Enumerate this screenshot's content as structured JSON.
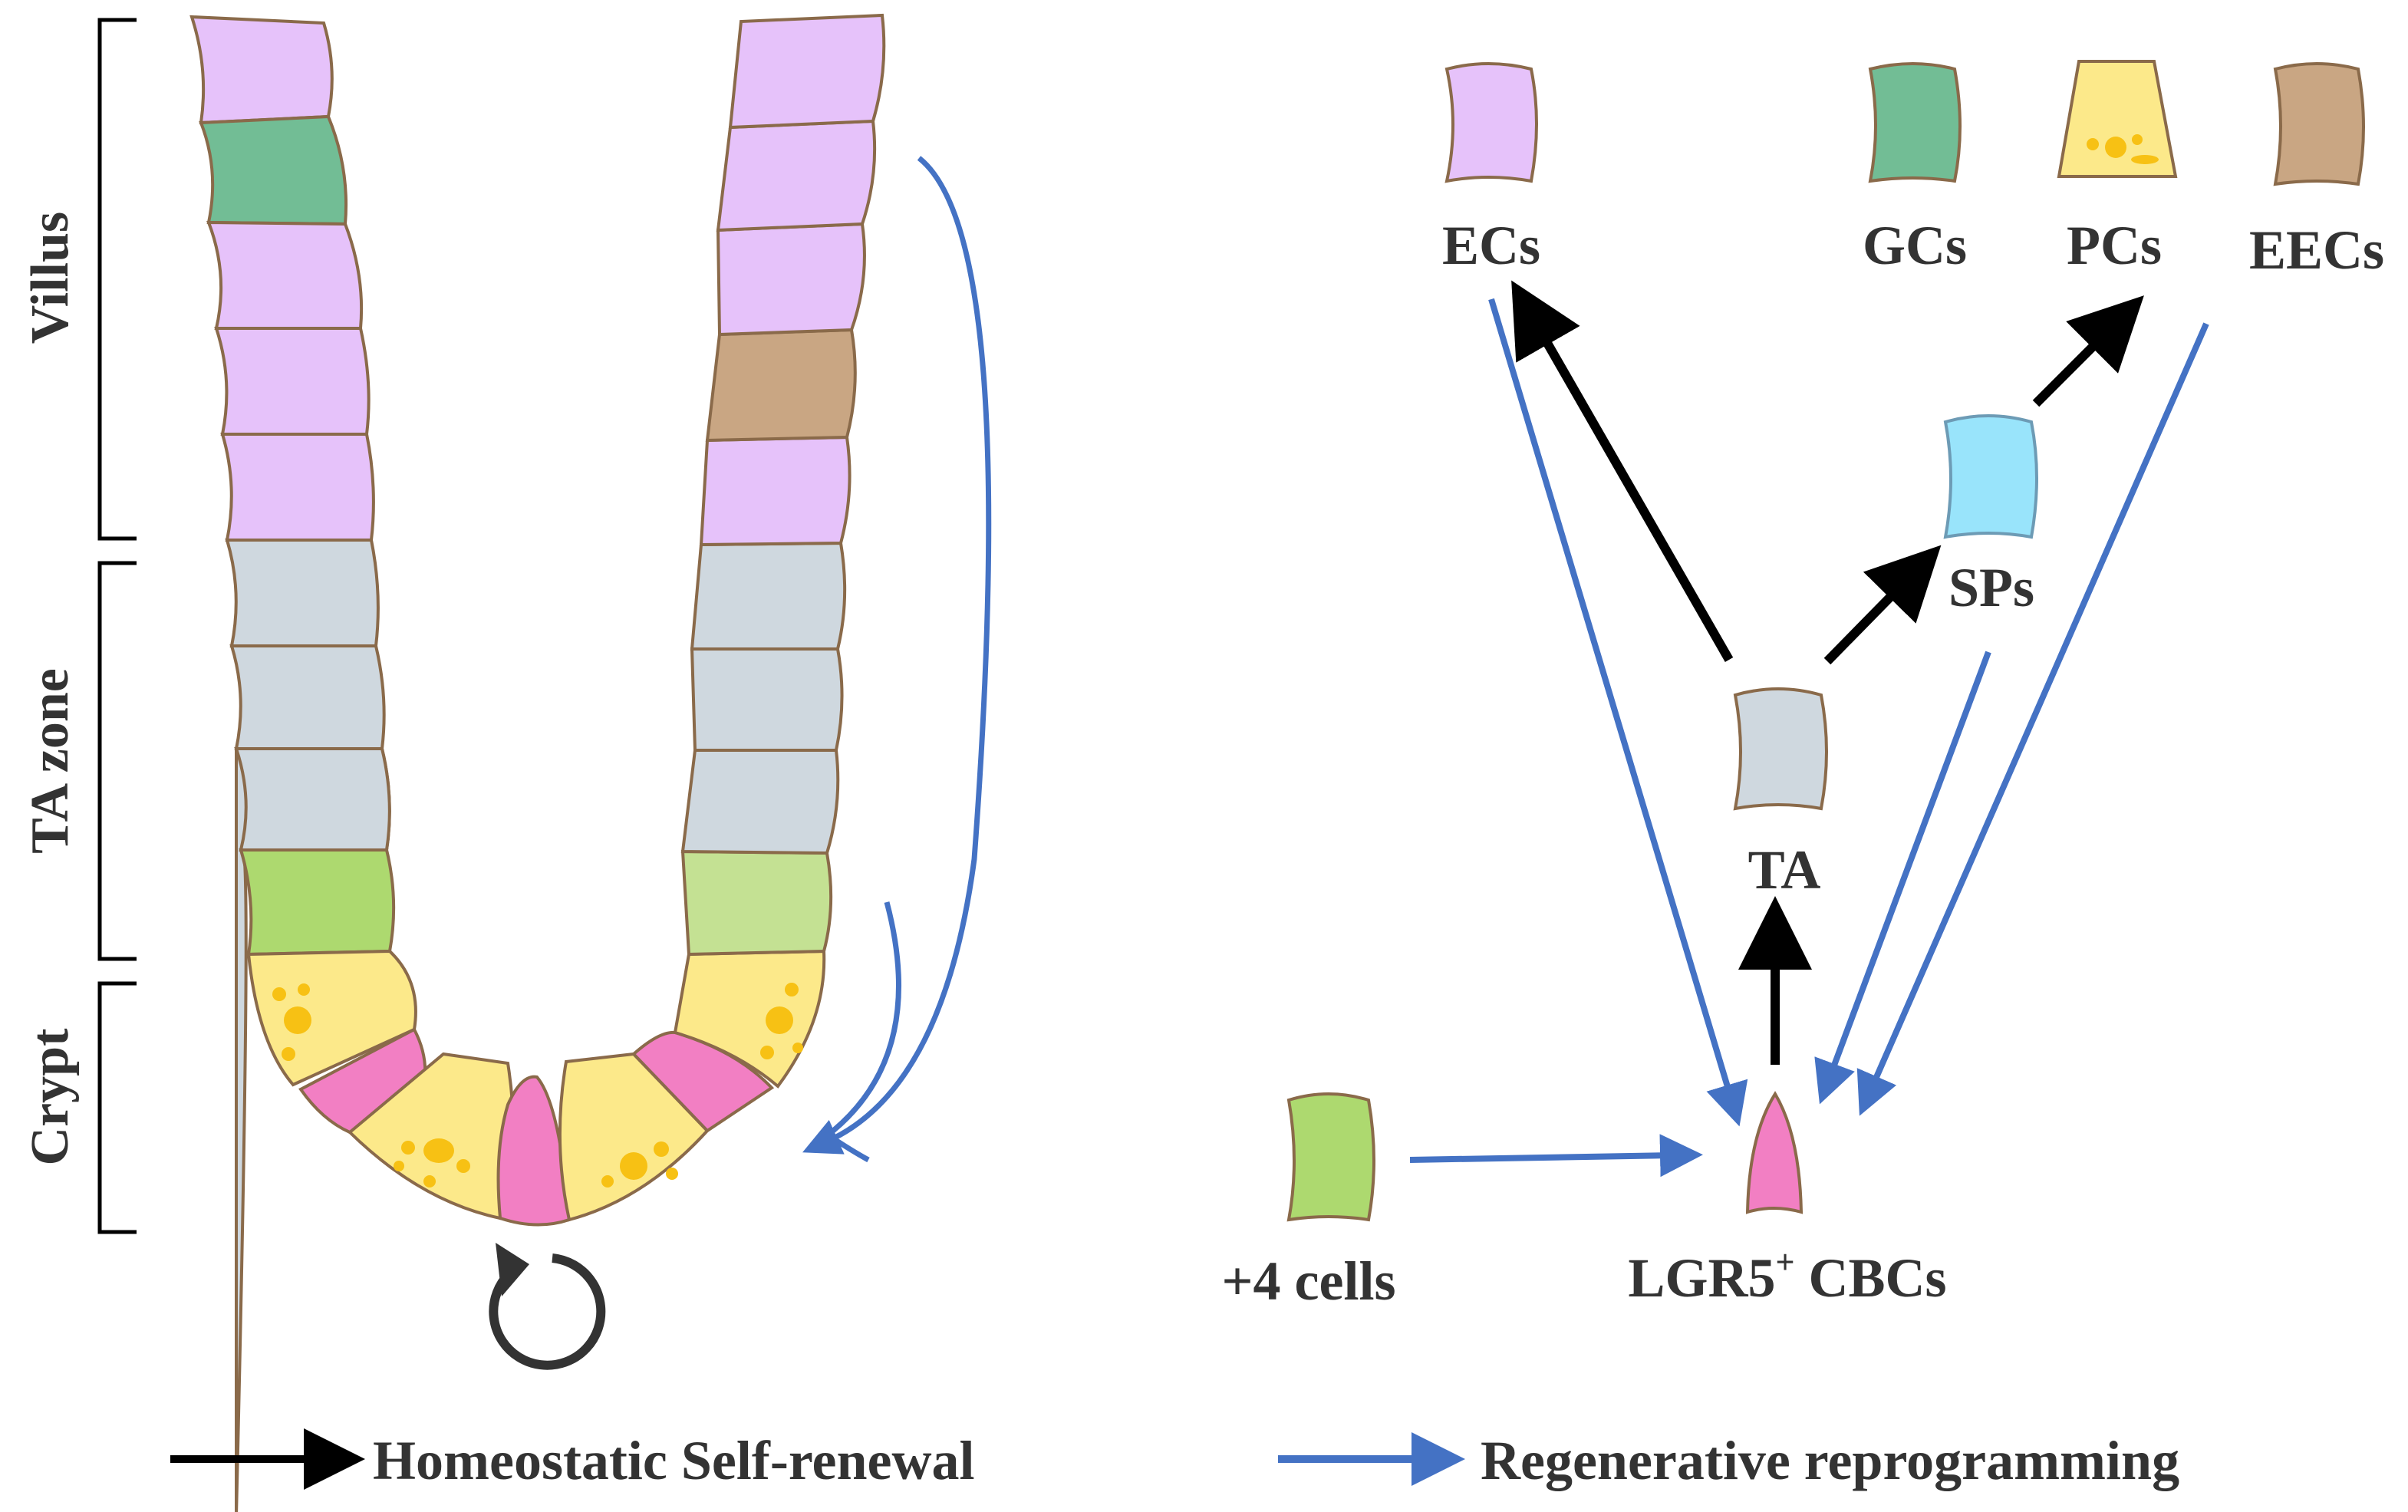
{
  "colors": {
    "ec": "#e6c2fa",
    "gc": "#72bd95",
    "pc": "#fce98a",
    "eec": "#c9a683",
    "ta": "#cfd8df",
    "plus4": "#add96f",
    "plus4_light": "#c4e193",
    "sp": "#99e4fb",
    "cbc": "#f27fc3",
    "granule": "#f7c114",
    "outline": "#8a6a4a",
    "black_arrow": "#000000",
    "blue_arrow": "#4472c4",
    "text": "#333333"
  },
  "zones": {
    "villus": "Villus",
    "ta_zone": "TA zone",
    "crypt": "Crypt"
  },
  "lineage": {
    "ecs": "ECs",
    "gcs": "GCs",
    "pcs": "PCs",
    "eecs": "EECs",
    "sps": "SPs",
    "ta": "TA",
    "plus4": "+4 cells",
    "cbc_main": "LGR5",
    "cbc_sup": "+",
    "cbc_tail": " CBCs"
  },
  "legend": {
    "homeostatic": "Homeostatic Self-renewal",
    "regenerative": "Regenerative reprogramming"
  },
  "icons": [
    "self-renewal-cycle-icon"
  ]
}
